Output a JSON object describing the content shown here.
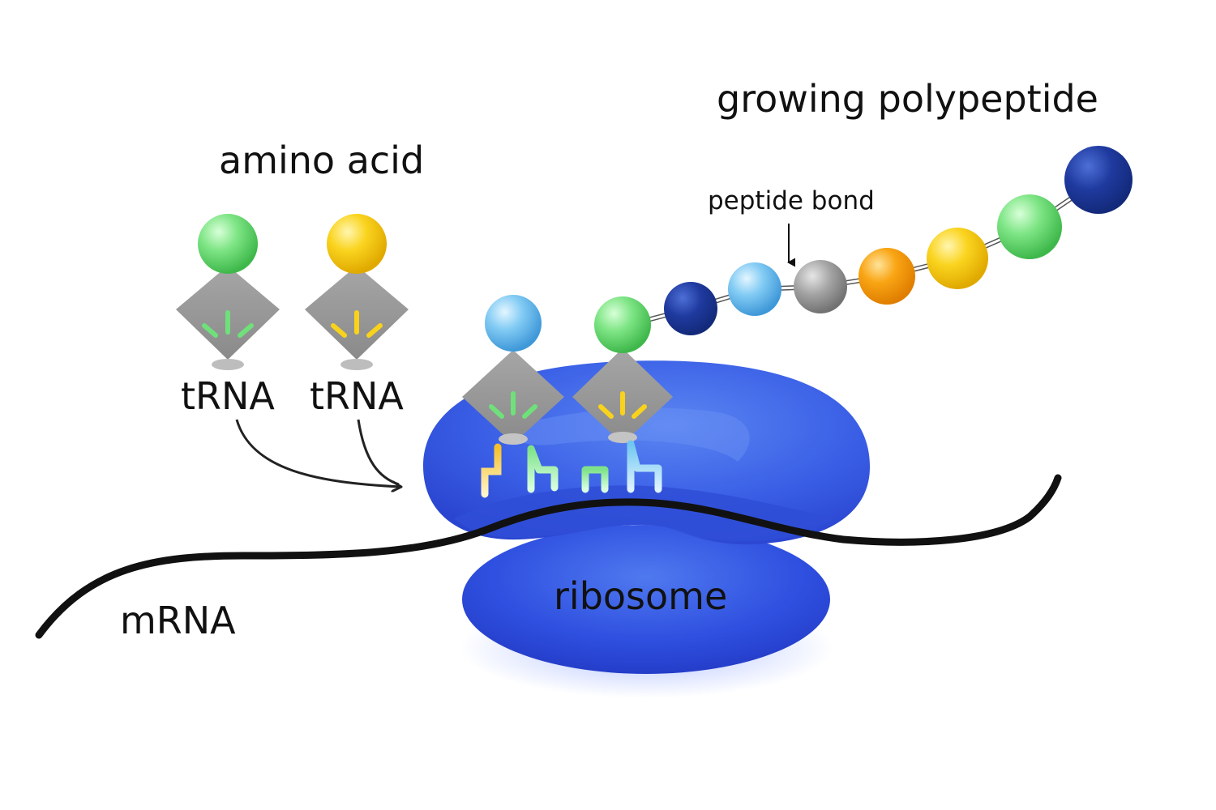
{
  "labels": {
    "amino_acid": "amino acid",
    "trna_left": "tRNA",
    "trna_right": "tRNA",
    "growing_polypeptide": "growing polypeptide",
    "peptide_bond": "peptide bond",
    "mrna": "mRNA",
    "ribosome": "ribosome"
  },
  "colors": {
    "ribosome_blue": "#3a5fe6",
    "ribosome_dark": "#2340c8",
    "trna_gray": "#9a9a9a",
    "amino_green": "#6fe07a",
    "amino_yellow": "#f9d21c",
    "amino_lightblue": "#7cc8f4",
    "amino_navy": "#1e3a9e",
    "amino_gray": "#9e9e9e",
    "amino_orange": "#f7a00f",
    "mrna_black": "#111111"
  },
  "polypeptide_chain": [
    "navy",
    "lightblue",
    "gray",
    "orange",
    "yellow",
    "green",
    "navy"
  ],
  "free_trnas": [
    {
      "amino_acid": "green",
      "anticodon_color": "green"
    },
    {
      "amino_acid": "yellow",
      "anticodon_color": "yellow"
    }
  ],
  "bound_trnas": [
    {
      "amino_acid": "lightblue",
      "anticodon_color": "green"
    },
    {
      "amino_acid": "green",
      "anticodon_color": "yellow"
    }
  ]
}
